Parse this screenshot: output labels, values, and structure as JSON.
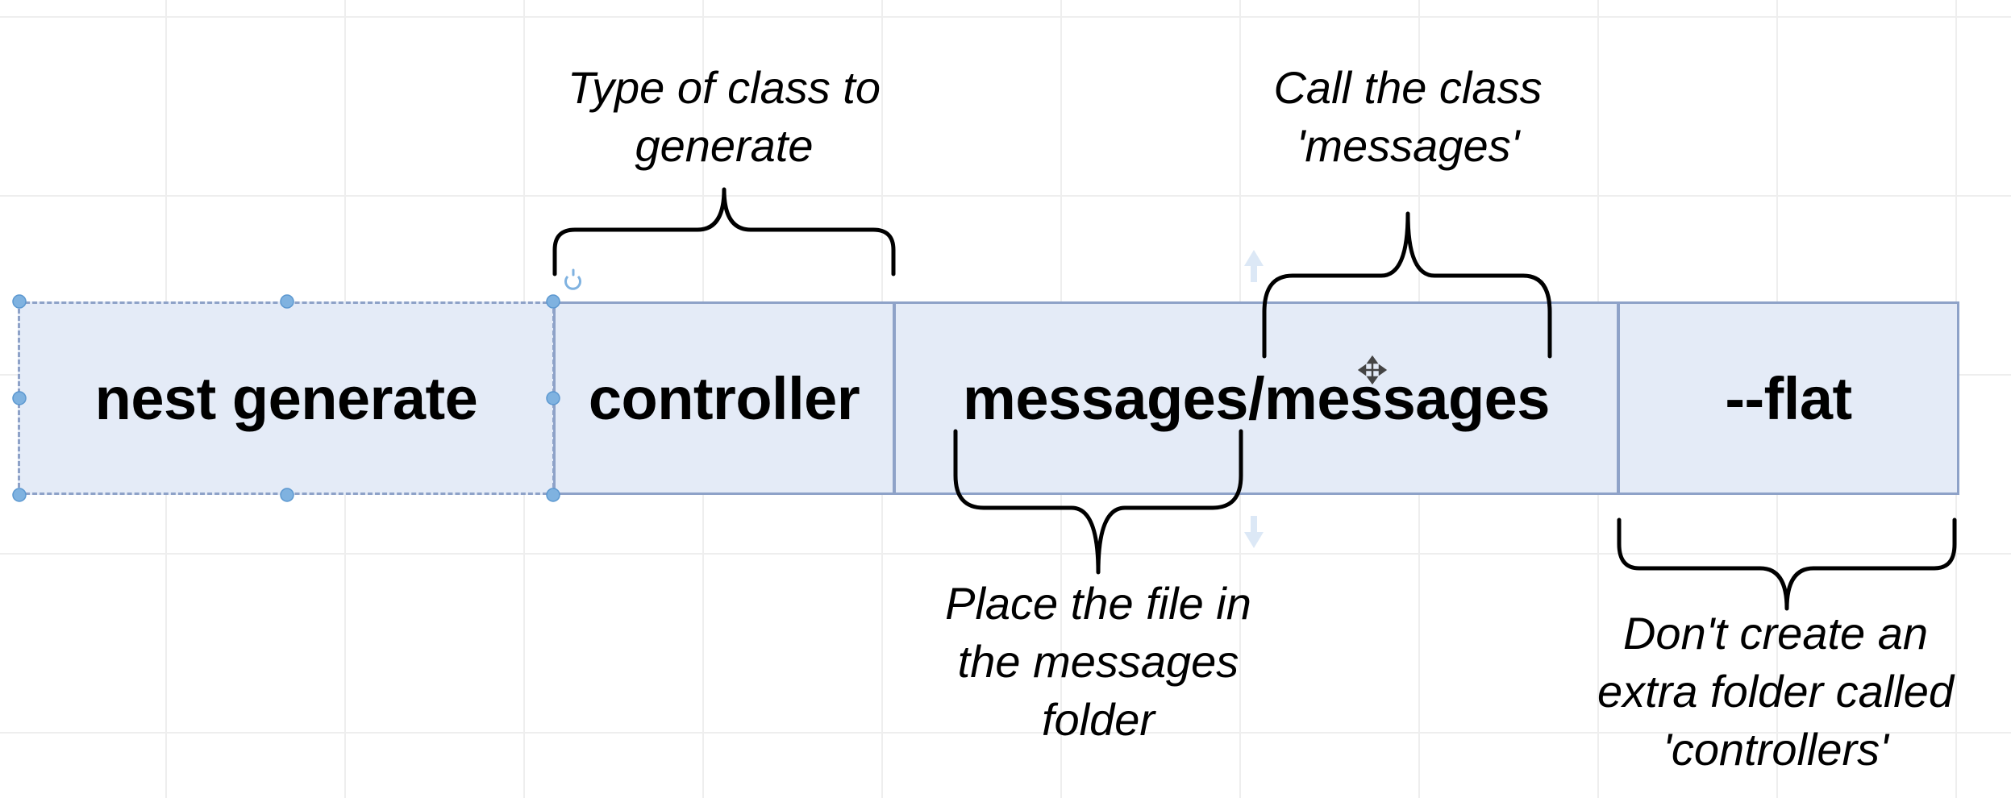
{
  "command": {
    "parts": [
      {
        "label": "nest generate"
      },
      {
        "label": "controller"
      },
      {
        "label": "messages/messages"
      },
      {
        "label": "--flat"
      }
    ]
  },
  "annotations": {
    "type_of_class": {
      "lines": [
        "Type of class to",
        "generate"
      ]
    },
    "call_class": {
      "lines": [
        "Call the class",
        "'messages'"
      ]
    },
    "place_file": {
      "lines": [
        "Place the file in",
        "the messages",
        "folder"
      ]
    },
    "dont_create": {
      "lines": [
        "Don't create an",
        "extra folder called",
        "'controllers'"
      ]
    }
  },
  "colors": {
    "cell_fill": "#e4ebf7",
    "cell_border": "#8ea2c8",
    "selection_handle": "#7fb2e0",
    "brace": "#000000"
  },
  "icons": {
    "rotate_handle": "rotate-icon",
    "move_cursor": "move-cursor-icon",
    "arrow_up": "arrow-up-icon",
    "arrow_down": "arrow-down-icon"
  }
}
